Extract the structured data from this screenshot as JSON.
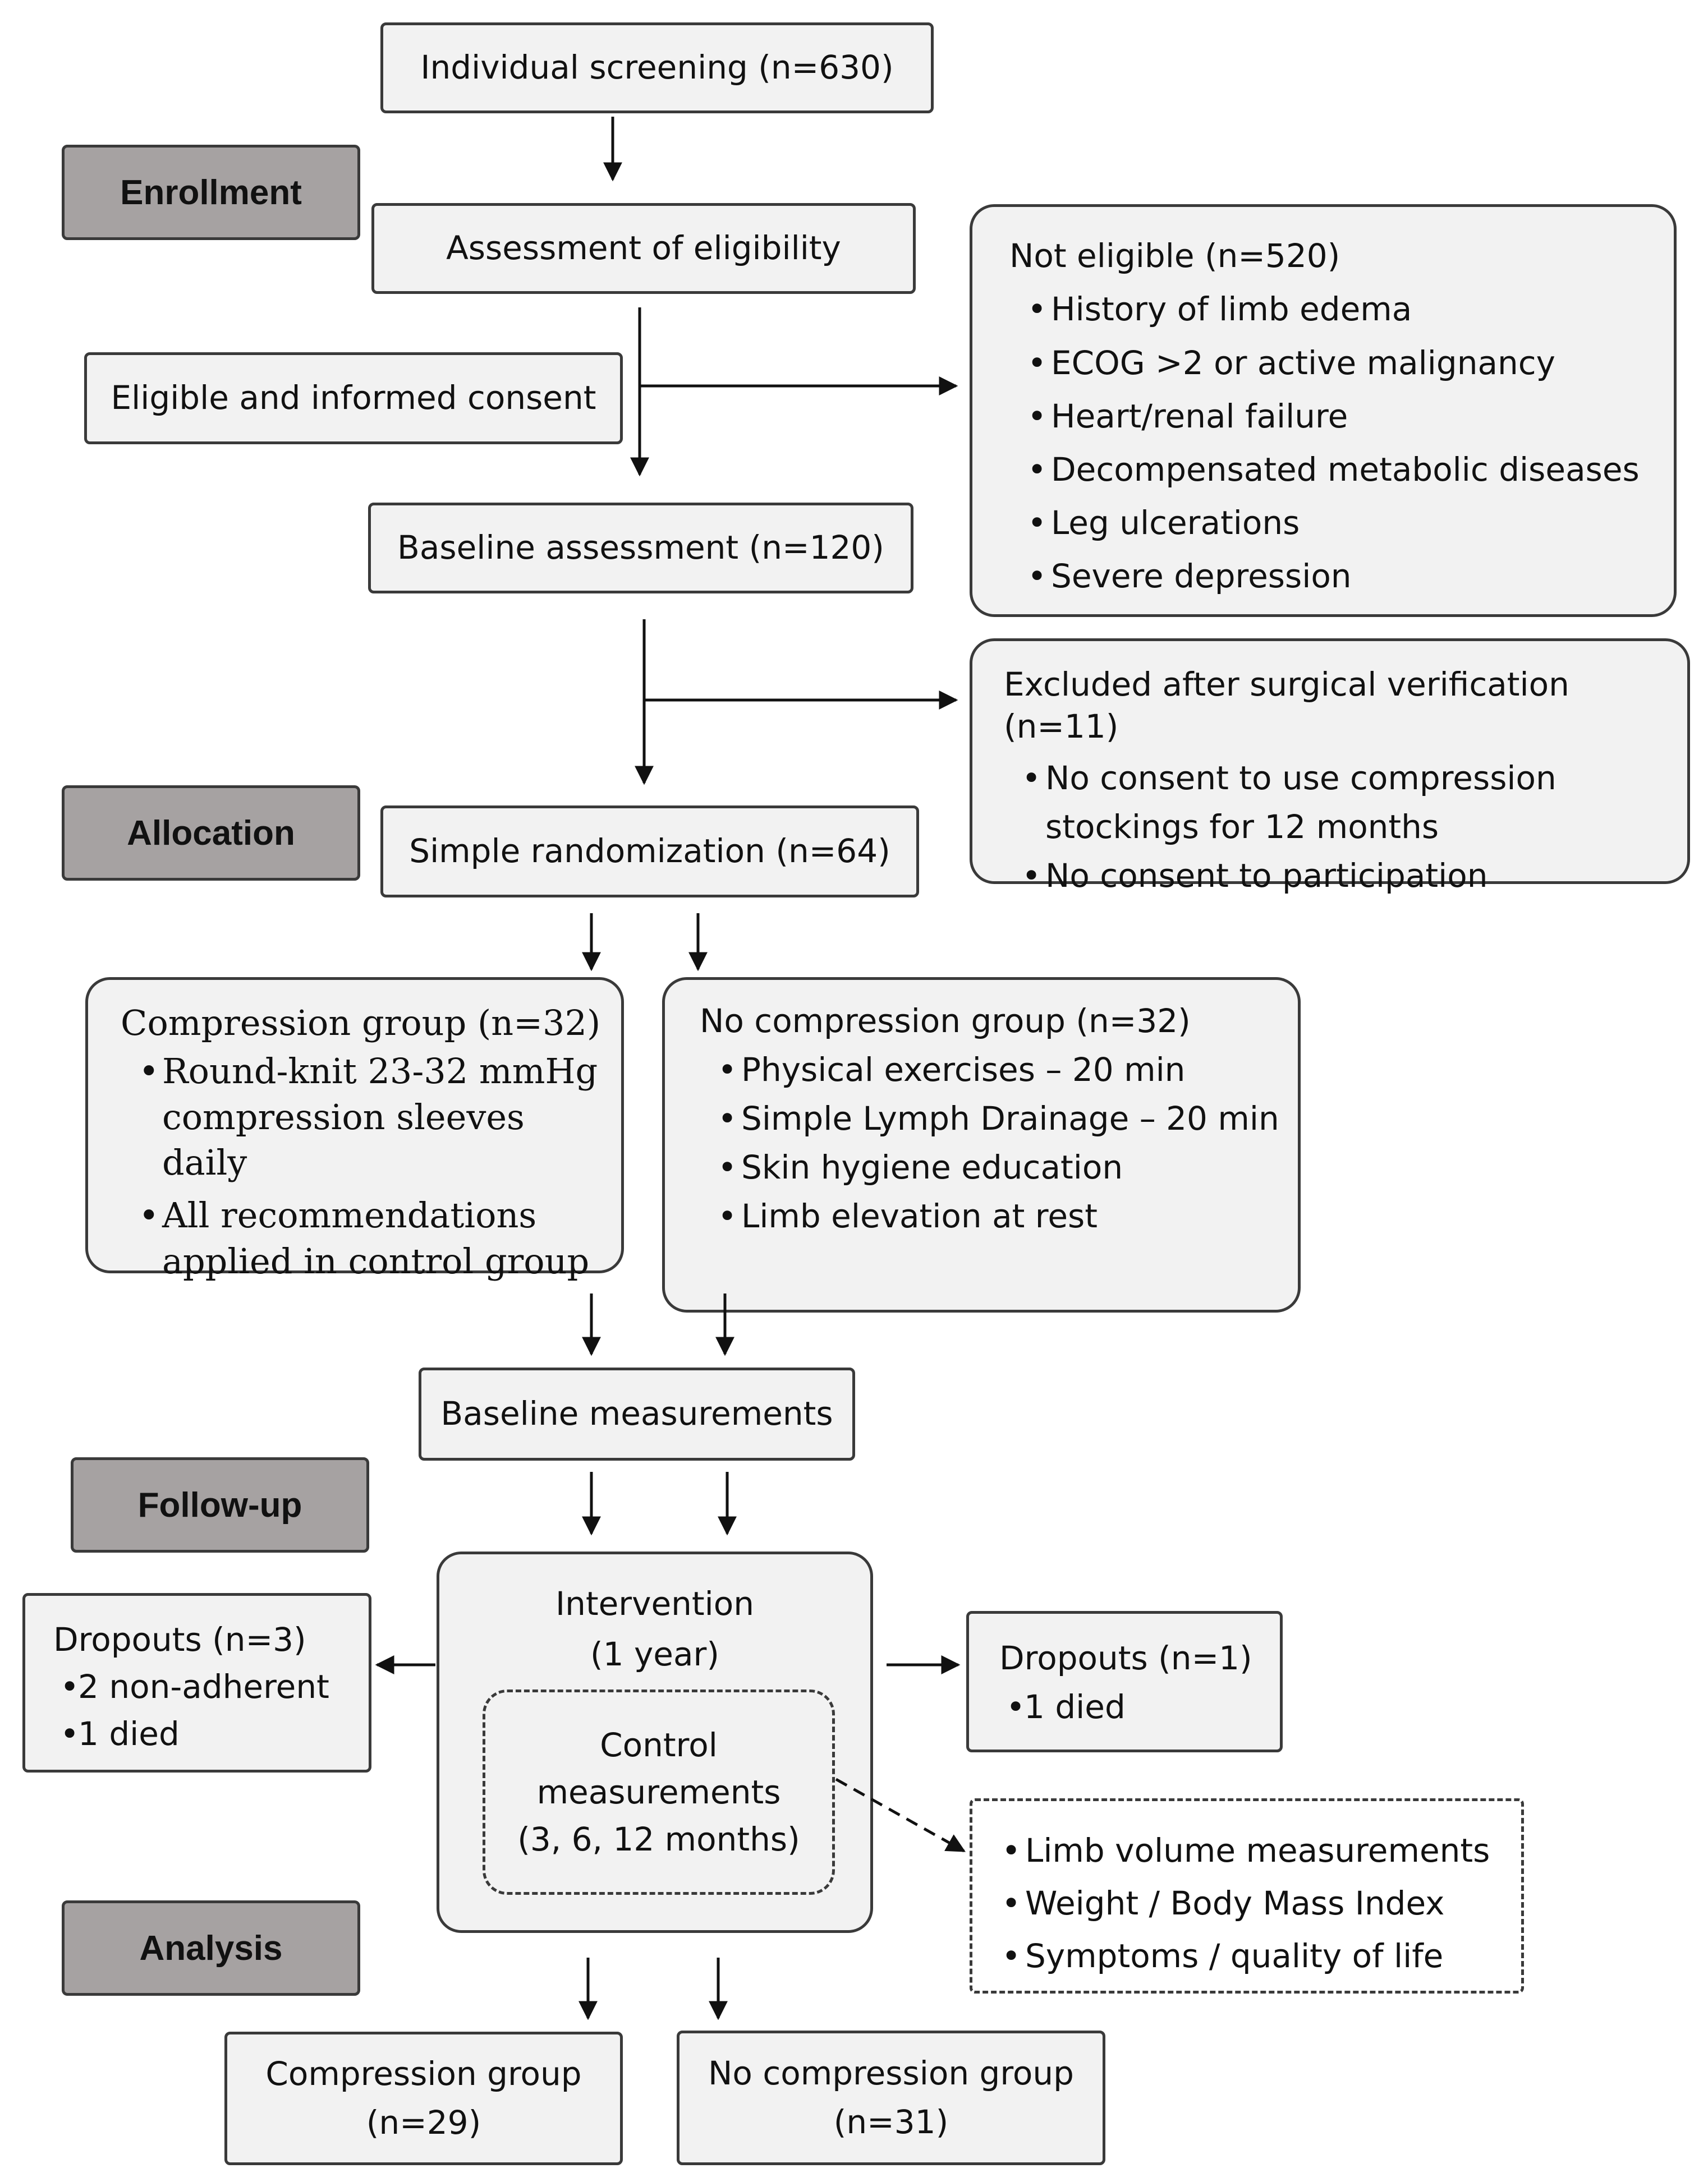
{
  "stages": {
    "enrollment": "Enrollment",
    "allocation": "Allocation",
    "follow_up": "Follow-up",
    "analysis": "Analysis"
  },
  "screening": "Individual screening (n=630)",
  "eligibility": "Assessment of eligibility",
  "eligible_consent": "Eligible and informed consent",
  "baseline_assessment": "Baseline assessment (n=120)",
  "not_eligible": {
    "title": "Not eligible (n=520)",
    "items": [
      "History of limb edema",
      "ECOG >2 or active malignancy",
      "Heart/renal failure",
      "Decompensated metabolic diseases",
      "Leg ulcerations",
      "Severe depression"
    ]
  },
  "excluded": {
    "title": "Excluded after surgical verification (n=11)",
    "items": [
      "No consent to use compression stockings for 12 months",
      "No consent to participation"
    ]
  },
  "randomization": "Simple randomization (n=64)",
  "compression_group": {
    "title": "Compression group (n=32)",
    "items": [
      "Round-knit 23-32 mmHg compression sleeves daily",
      "All recommendations applied in control group"
    ]
  },
  "no_compression_group": {
    "title": "No compression group (n=32)",
    "items": [
      "Physical exercises – 20 min",
      "Simple Lymph Drainage – 20 min",
      "Skin hygiene education",
      "Limb elevation at rest"
    ]
  },
  "baseline_measurements": "Baseline measurements",
  "intervention": {
    "line1": "Intervention",
    "line2": "(1 year)"
  },
  "control_measurements": {
    "line1": "Control",
    "line2": "measurements",
    "line3": "(3, 6, 12 months)"
  },
  "dropouts_left": {
    "title": "Dropouts (n=3)",
    "items": [
      "2 non-adherent",
      "1 died"
    ]
  },
  "dropouts_right": {
    "title": "Dropouts (n=1)",
    "items": [
      "1 died"
    ]
  },
  "measurements_list": {
    "items": [
      "Limb volume measurements",
      "Weight / Body Mass Index",
      "Symptoms / quality of life"
    ]
  },
  "final_compression": {
    "line1": "Compression group",
    "line2": "(n=29)"
  },
  "final_no_compression": {
    "line1": "No compression group",
    "line2": "(n=31)"
  },
  "colors": {
    "box_fill": "#f2f2f2",
    "stage_fill": "#a6a2a2",
    "stroke": "#3a3a3a"
  }
}
